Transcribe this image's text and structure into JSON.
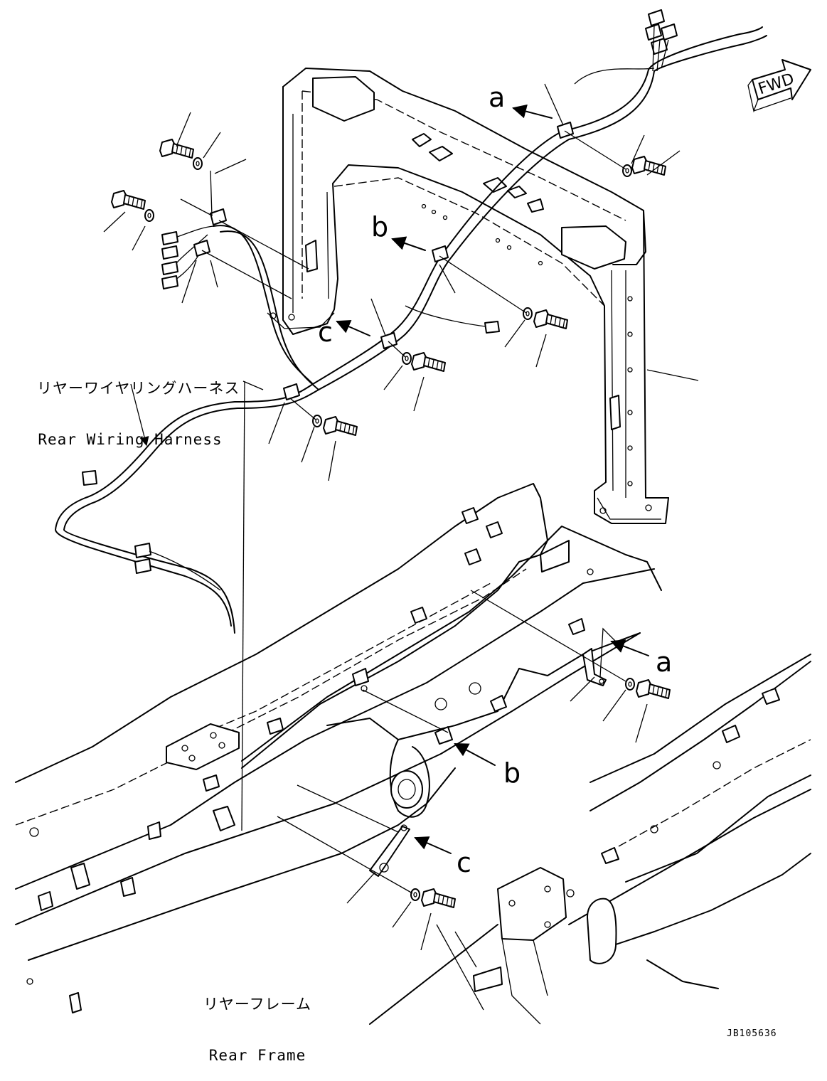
{
  "fwd_badge": "FWD",
  "harness_label": {
    "jp": "リヤーワイヤリングハーネス",
    "en": "Rear Wiring Harness"
  },
  "frame_label": {
    "jp": "リヤーフレーム",
    "en": "Rear Frame"
  },
  "callouts": {
    "a": "a",
    "b": "b",
    "c": "c"
  },
  "drawing_id": "JB105636"
}
